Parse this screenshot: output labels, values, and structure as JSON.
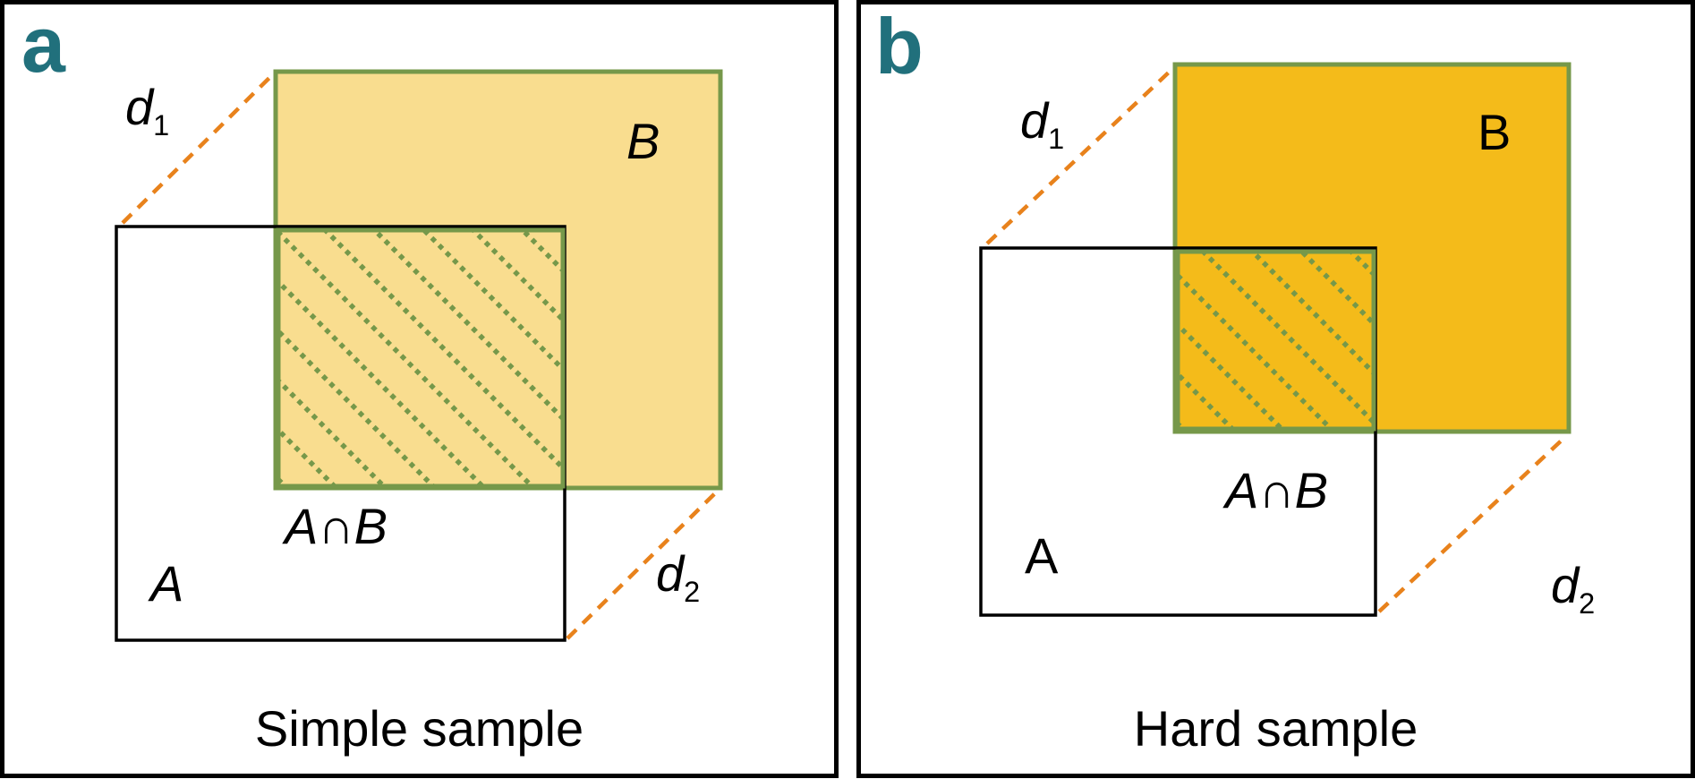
{
  "figure": {
    "colors": {
      "panel_tag_teal": "#21707C",
      "distance_dash_orange": "#E8821C",
      "set_b_fill_light_yellow": "#F9DD8F",
      "set_b_fill_amber": "#F4BB1A",
      "hatch_olive_green": "#76984A",
      "outline_black": "#000000"
    },
    "panels": [
      {
        "tag": "a",
        "caption": "Simple sample",
        "set_a_label": "A",
        "set_b_label": "B",
        "intersection_label": "A∩B",
        "d1": {
          "base": "d",
          "sub": "1"
        },
        "d2": {
          "base": "d",
          "sub": "2"
        }
      },
      {
        "tag": "b",
        "caption": "Hard sample",
        "set_a_label": "A",
        "set_b_label": "B",
        "intersection_label": "A∩B",
        "d1": {
          "base": "d",
          "sub": "1"
        },
        "d2": {
          "base": "d",
          "sub": "2"
        }
      }
    ]
  }
}
